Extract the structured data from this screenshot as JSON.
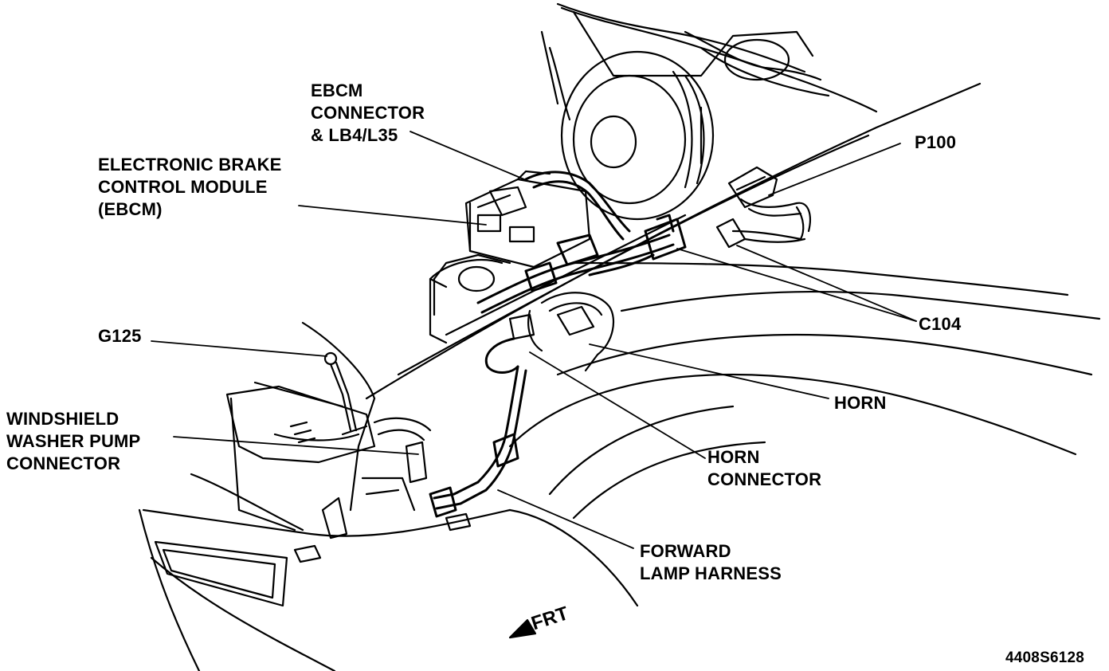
{
  "labels": {
    "ebcm_connector": [
      "EBCM",
      "CONNECTOR",
      "& LB4/L35"
    ],
    "ebcm_module": [
      "ELECTRONIC BRAKE",
      "CONTROL MODULE",
      "(EBCM)"
    ],
    "p100": "P100",
    "g125": "G125",
    "c104": "C104",
    "horn": "HORN",
    "washer_pump": [
      "WINDSHIELD",
      "WASHER PUMP",
      "CONNECTOR"
    ],
    "horn_connector": [
      "HORN",
      "CONNECTOR"
    ],
    "forward_lamp": [
      "FORWARD",
      "LAMP HARNESS"
    ],
    "frt": "FRT",
    "figure_id": "4408S6128"
  }
}
